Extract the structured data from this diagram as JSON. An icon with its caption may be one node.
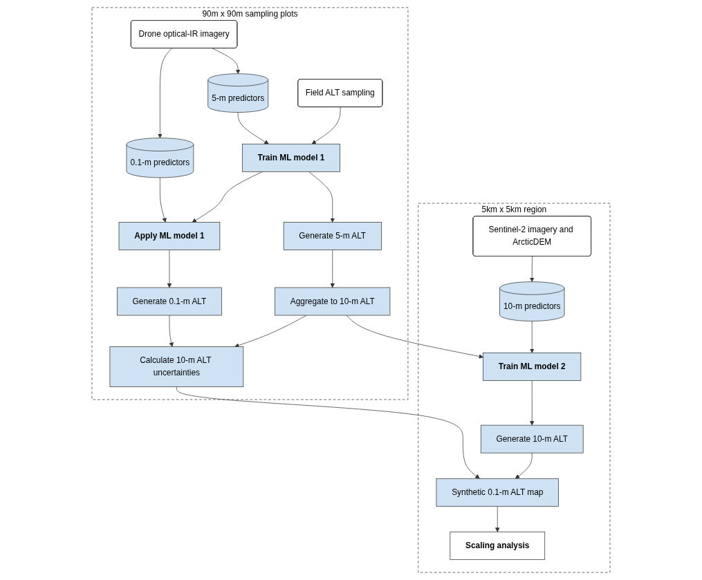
{
  "diagram": {
    "nodes": [
      {
        "text": [
          "90m x 90m sampling plots"
        ]
      },
      {
        "text": [
          "Drone optical-IR imagery"
        ],
        "in": 0
      },
      {
        "text": [
          "5-m predictors"
        ],
        "in": 0
      },
      {
        "text": [
          "0.1-m predictors"
        ],
        "in": 0
      },
      {
        "text": [
          "Field ALT sampling"
        ],
        "in": 0
      },
      {
        "text": [
          "Train ML model 1"
        ],
        "in": 0
      },
      {
        "text": [
          "Apply ML model 1"
        ],
        "in": 0
      },
      {
        "text": [
          "Generate 0.1-m ALT"
        ],
        "in": 0
      },
      {
        "text": [
          "Generate 5-m ALT"
        ],
        "in": 0
      },
      {
        "text": [
          "Aggregate to 10-m ALT"
        ],
        "in": 0
      },
      {
        "text": [
          "Calculate 10-m ALT uncertainties"
        ],
        "in": 0
      },
      {
        "text": [
          "5km x 5km region"
        ]
      },
      {
        "text": [
          "10-m predictors"
        ],
        "in": 11
      },
      {
        "text": [
          "Train ML model 2"
        ],
        "in": 11
      },
      {
        "text": [
          "Synthetic 0.1-m ALT map"
        ],
        "in": 11
      },
      {
        "text": [
          "Scaling analysis"
        ],
        "in": 11
      },
      {
        "text": [
          "Sentinel-2 imagery and ArcticDEM"
        ],
        "in": 11
      },
      {
        "text": [
          "Generate 10-m ALT"
        ],
        "in": 11
      }
    ],
    "edges": [
      {
        "from": 1,
        "to": 2,
        "arrow": "to"
      },
      {
        "from": 1,
        "to": 3,
        "arrow": "to"
      },
      {
        "from": 2,
        "to": 5,
        "arrow": "to"
      },
      {
        "from": 3,
        "to": 6,
        "arrow": "to"
      },
      {
        "from": 4,
        "to": 5,
        "arrow": "to"
      },
      {
        "from": 5,
        "to": 6,
        "arrow": "to"
      },
      {
        "from": 6,
        "to": 7,
        "arrow": "to"
      },
      {
        "from": 5,
        "to": 8,
        "arrow": "to"
      },
      {
        "from": 7,
        "to": 10,
        "arrow": "to"
      },
      {
        "from": 8,
        "to": 9,
        "arrow": "to"
      },
      {
        "from": 9,
        "to": 10,
        "arrow": "to"
      },
      {
        "from": 9,
        "to": 13,
        "arrow": "to"
      },
      {
        "from": 10,
        "to": 14,
        "arrow": "to"
      },
      {
        "from": 12,
        "to": 13,
        "arrow": "to"
      },
      {
        "from": 14,
        "to": 15,
        "arrow": "to"
      },
      {
        "from": 16,
        "to": 12,
        "arrow": "to"
      },
      {
        "from": 13,
        "to": 17,
        "arrow": "to"
      },
      {
        "from": 17,
        "to": 14,
        "arrow": "to"
      }
    ]
  }
}
